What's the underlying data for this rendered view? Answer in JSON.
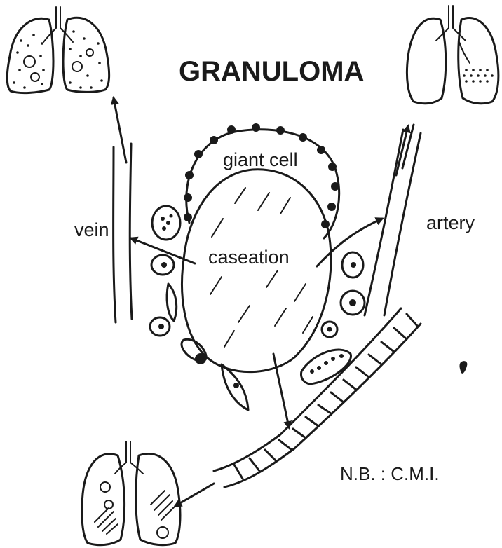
{
  "title": "GRANULOMA",
  "labels": {
    "giant_cell": "giant cell",
    "vein": "vein",
    "caseation": "caseation",
    "artery": "artery",
    "note": "N.B. : C.M.I."
  },
  "colors": {
    "ink": "#1a1a1a",
    "background": "#ffffff"
  },
  "icons": [
    "lungs-disseminated-icon",
    "lungs-basal-icon",
    "lungs-cavitary-icon"
  ]
}
